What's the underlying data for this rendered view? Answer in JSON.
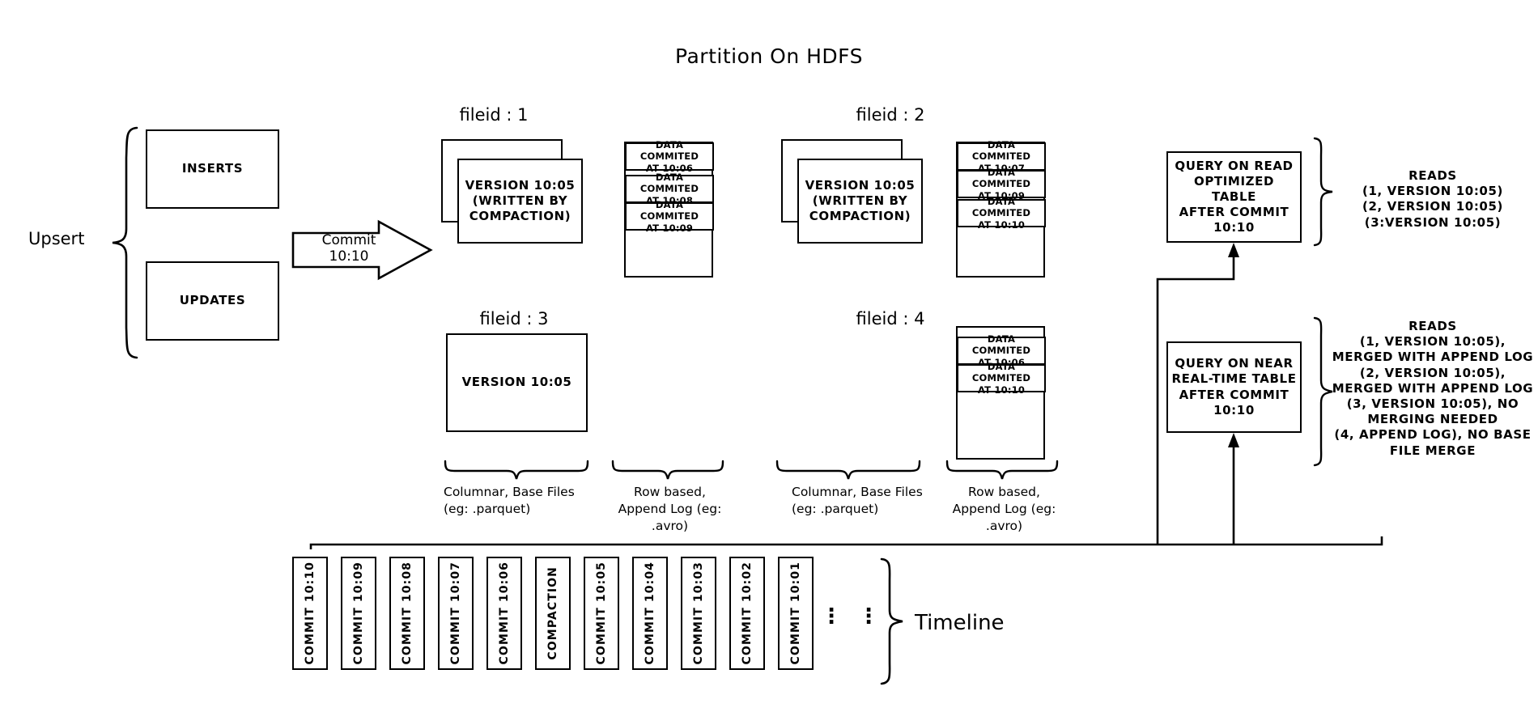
{
  "title": "Partition On HDFS",
  "left": {
    "upsert_label": "Upsert",
    "inserts_label": "INSERTS",
    "updates_label": "UPDATES",
    "commit_arrow_label": "Commit 10:10"
  },
  "filegroups": [
    {
      "header": "fileid : 1",
      "base_file_label": "VERSION 10:05\n(WRITTEN BY\nCOMPACTION)",
      "stacked": true,
      "log_entries": [
        "DATA COMMITED\nAT 10:06",
        "DATA COMMITED\nAT 10:08",
        "DATA COMMITED\nAT 10:09"
      ]
    },
    {
      "header": "fileid : 2",
      "base_file_label": "VERSION 10:05\n(WRITTEN BY\nCOMPACTION)",
      "stacked": true,
      "log_entries": [
        "DATA COMMITED\nAT 10:07",
        "DATA COMMITED\nAT 10:09",
        "DATA COMMITED\nAT 10:10"
      ]
    },
    {
      "header": "fileid : 3",
      "base_file_label": "VERSION 10:05",
      "stacked": false,
      "log_entries": []
    },
    {
      "header": "fileid : 4",
      "base_file_label": "",
      "stacked": false,
      "log_entries": [
        "DATA COMMITED\nAT 10:06",
        "DATA COMMITED\nAT 10:10"
      ]
    }
  ],
  "captions": {
    "columnar_left": "Columnar, Base Files\n(eg: .parquet)",
    "rowlog_left": "Row based,\nAppend Log  (eg:\n.avro)",
    "columnar_right": "Columnar, Base Files\n(eg: .parquet)",
    "rowlog_right": "Row based,\nAppend Log  (eg:\n.avro)"
  },
  "queries": [
    {
      "box_label": "QUERY ON READ\nOPTIMIZED TABLE\nAFTER COMMIT\n10:10",
      "reads_label": "READS\n(1, VERSION 10:05)\n(2, VERSION 10:05)\n(3:VERSION 10:05)"
    },
    {
      "box_label": "QUERY ON NEAR\nREAL-TIME TABLE\nAFTER COMMIT\n10:10",
      "reads_label": "READS\n(1, VERSION 10:05),\nMERGED WITH APPEND LOG\n(2, VERSION 10:05),\nMERGED WITH APPEND LOG\n(3, VERSION 10:05), NO\nMERGING NEEDED\n(4, APPEND LOG), NO BASE\nFILE MERGE"
    }
  ],
  "timeline": {
    "label": "Timeline",
    "ellipsis": [
      "⋮",
      "⋮"
    ],
    "items": [
      "COMMIT  10:10",
      "COMMIT  10:09",
      "COMMIT  10:08",
      "COMMIT  10:07",
      "COMMIT  10:06",
      "COMPACTION",
      "COMMIT  10:05",
      "COMMIT  10:04",
      "COMMIT  10:03",
      "COMMIT  10:02",
      "COMMIT  10:01"
    ]
  },
  "colors": {
    "stroke": "#000000",
    "background": "#ffffff"
  }
}
